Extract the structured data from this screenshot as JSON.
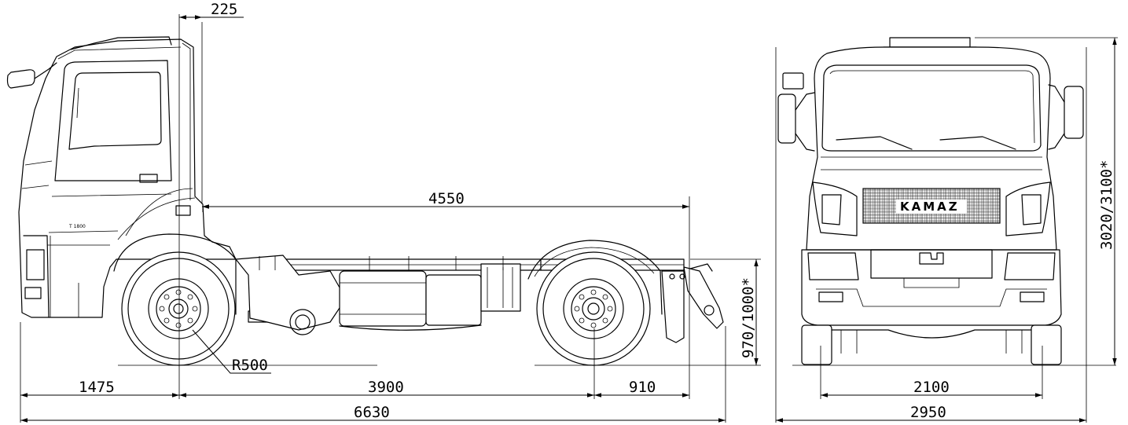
{
  "dimensions": {
    "cab_offset": "225",
    "frame_length": "4550",
    "front_overhang": "1475",
    "wheelbase": "3900",
    "rear_overhang": "910",
    "overall_length": "6630",
    "wheel_radius": "R500",
    "frame_height": "970/1000*",
    "track_width": "2100",
    "overall_width": "2950",
    "overall_height": "3020/3100*"
  },
  "labels": {
    "brand": "KAMAZ",
    "side_badge": "T 1800"
  }
}
